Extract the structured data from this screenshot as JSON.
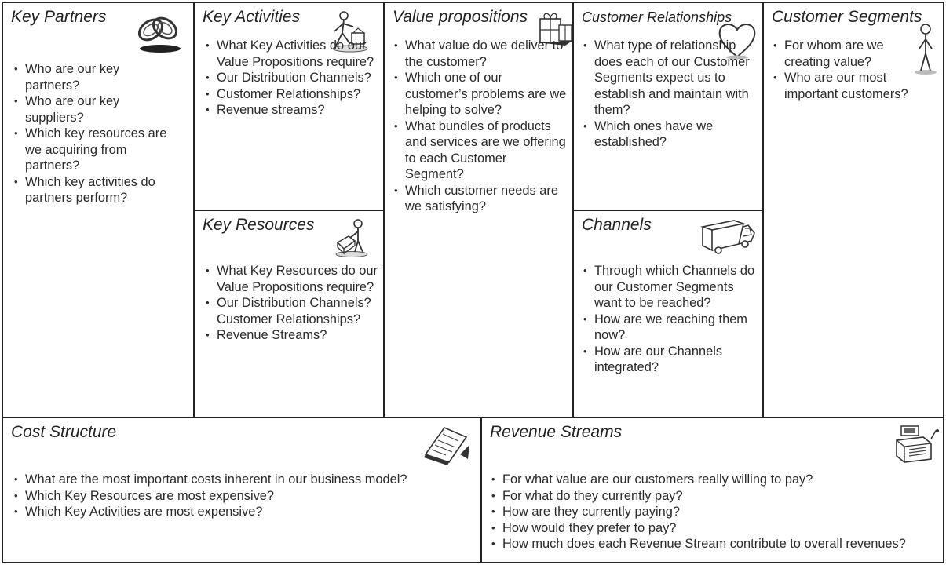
{
  "key_partners": {
    "title": "Key Partners",
    "items": [
      "Who are our key partners?",
      "Who are our key suppliers?",
      "Which key resources are we acquiring from partners?",
      "Which key activities do partners perform?"
    ]
  },
  "key_activities": {
    "title": "Key Activities",
    "items": [
      "What Key Activities do our Value Propositions require?",
      "Our Distribution Channels?",
      "Customer Relationships?",
      "Revenue streams?"
    ]
  },
  "key_resources": {
    "title": "Key Resources",
    "items": [
      "What Key Resources do our Value Propositions require?",
      "Our Distribution Channels? Customer Relationships?",
      "Revenue Streams?"
    ]
  },
  "value_propositions": {
    "title": "Value propositions",
    "items": [
      "What value do we deliver to the customer?",
      "Which one of our customer’s problems are we helping to solve?",
      "What bundles of products and services are we offering to each Customer Segment?",
      "Which customer needs are we satisfying?"
    ]
  },
  "customer_relationships": {
    "title": "Customer Relationships",
    "items": [
      "What type of relationship does each of our Customer Segments expect us to establish and maintain with them?",
      "Which ones have we established?"
    ]
  },
  "channels": {
    "title": "Channels",
    "items": [
      "Through which Channels do our Customer Segments want to be reached?",
      "How are we reaching them now?",
      "How are our Channels integrated?"
    ]
  },
  "customer_segments": {
    "title": "Customer Segments",
    "items": [
      "For whom are we creating value?",
      "Who are our most important customers?"
    ]
  },
  "cost_structure": {
    "title": "Cost Structure",
    "items": [
      "What are the most important costs inherent in our business model?",
      "Which Key Resources are most expensive?",
      "Which Key Activities are most expensive?"
    ]
  },
  "revenue_streams": {
    "title": "Revenue Streams",
    "items": [
      "For what value are our customers really willing to pay?",
      "For what do they currently pay?",
      "How are they currently paying?",
      "How would they prefer to pay?",
      "How much does each Revenue Stream contribute to overall revenues?"
    ]
  }
}
